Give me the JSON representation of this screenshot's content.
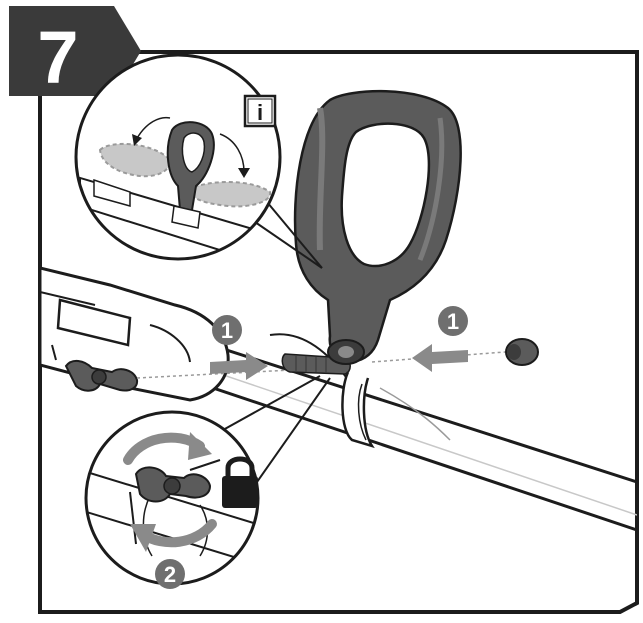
{
  "step": {
    "number": "7"
  },
  "info_badge": {
    "label": "i"
  },
  "callouts": [
    {
      "label": "1"
    },
    {
      "label": "1"
    },
    {
      "label": "2"
    }
  ],
  "colors": {
    "step_tab": "#3a3a3a",
    "handle": "#5b5b5b",
    "handle_dark": "#3c3c3c",
    "badge": "#6f6f6f",
    "arrow": "#8a8a8a",
    "outline": "#1c1c1c"
  },
  "icons": [
    "info-icon",
    "padlock-icon",
    "rotate-arrows-icon",
    "insert-arrow-icon"
  ]
}
